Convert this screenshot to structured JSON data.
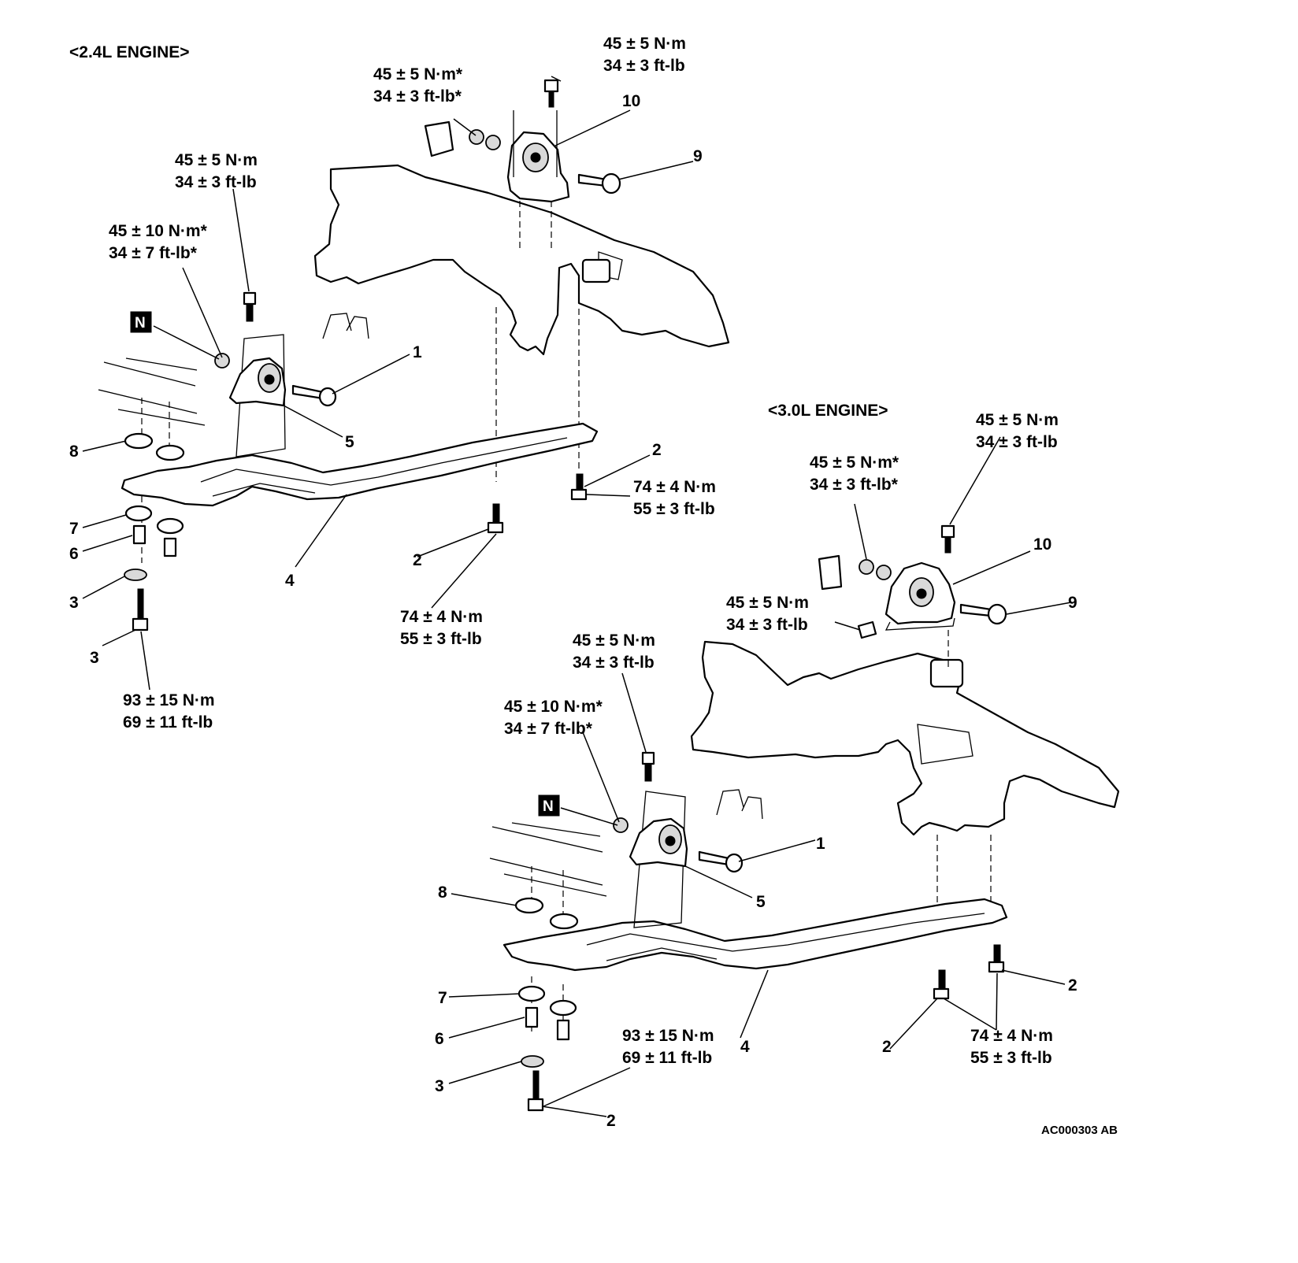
{
  "headers": {
    "engine_24": "<2.4L ENGINE>",
    "engine_30": "<3.0L ENGINE>"
  },
  "torque": {
    "a_top_bolt_nm": "45 ± 5 N·m",
    "a_top_bolt_ftlb": "34 ± 3 ft-lb",
    "a_top_nut_nm": "45 ± 5 N·m*",
    "a_top_nut_ftlb": "34 ± 3 ft-lb*",
    "a_left_bolt_nm": "45 ± 5 N·m",
    "a_left_bolt_ftlb": "34 ± 3 ft-lb",
    "a_left_nut_nm": "45 ± 10 N·m*",
    "a_left_nut_ftlb": "34 ± 7 ft-lb*",
    "a_right_bolt_nm": "74 ± 4 N·m",
    "a_right_bolt_ftlb": "55 ± 3 ft-lb",
    "a_mid_bolt_nm": "74 ± 4 N·m",
    "a_mid_bolt_ftlb": "55 ± 3 ft-lb",
    "a_bottom_bolt_nm": "93 ± 15 N·m",
    "a_bottom_bolt_ftlb": "69 ± 11 ft-lb",
    "b_top_bolt_nm": "45 ± 5 N·m",
    "b_top_bolt_ftlb": "34 ± 3 ft-lb",
    "b_top_nut_nm": "45 ± 5 N·m*",
    "b_top_nut_ftlb": "34 ± 3 ft-lb*",
    "b_side_bolt_nm": "45 ± 5 N·m",
    "b_side_bolt_ftlb": "34 ± 3 ft-lb",
    "b_left_bolt_nm": "45 ± 5 N·m",
    "b_left_bolt_ftlb": "34 ± 3 ft-lb",
    "b_left_nut_nm": "45 ± 10 N·m*",
    "b_left_nut_ftlb": "34 ± 7 ft-lb*",
    "b_bottom_bolt_nm": "93 ± 15 N·m",
    "b_bottom_bolt_ftlb": "69 ± 11 ft-lb",
    "b_right_bolt_nm": "74 ± 4 N·m",
    "b_right_bolt_ftlb": "55 ± 3 ft-lb"
  },
  "callouts_24": {
    "c1": "1",
    "c2a": "2",
    "c2b": "2",
    "c3a": "3",
    "c3b": "3",
    "c4": "4",
    "c5": "5",
    "c6": "6",
    "c7": "7",
    "c8": "8",
    "c9": "9",
    "c10": "10"
  },
  "callouts_30": {
    "c1": "1",
    "c2a": "2",
    "c2b": "2",
    "c2c": "2",
    "c3": "3",
    "c4": "4",
    "c5": "5",
    "c6": "6",
    "c7": "7",
    "c8": "8",
    "c9": "9",
    "c10": "10"
  },
  "new_part_marker": "N",
  "figure_code": "AC000303 AB"
}
